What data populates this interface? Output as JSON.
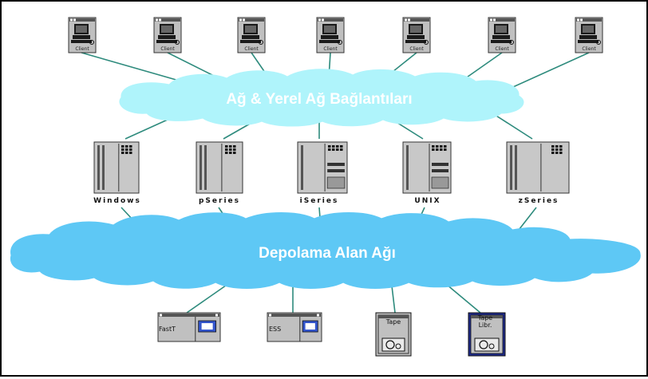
{
  "clouds": {
    "lan": "Ağ & Yerel Ağ Bağlantıları",
    "san": "Depolama Alan Ağı"
  },
  "clients": [
    "Client",
    "Client",
    "Client",
    "Client",
    "Client",
    "Client",
    "Client"
  ],
  "servers": [
    "Windows",
    "pSeries",
    "iSeries",
    "UNIX",
    "zSeries"
  ],
  "storage": [
    "FastT",
    "ESS",
    "Tape",
    "Tape Libr."
  ],
  "colors": {
    "cloud_lan": "#aff4fb",
    "cloud_san": "#5ec8f5",
    "line": "#2e8b7d",
    "device": "#c8c8c8"
  }
}
